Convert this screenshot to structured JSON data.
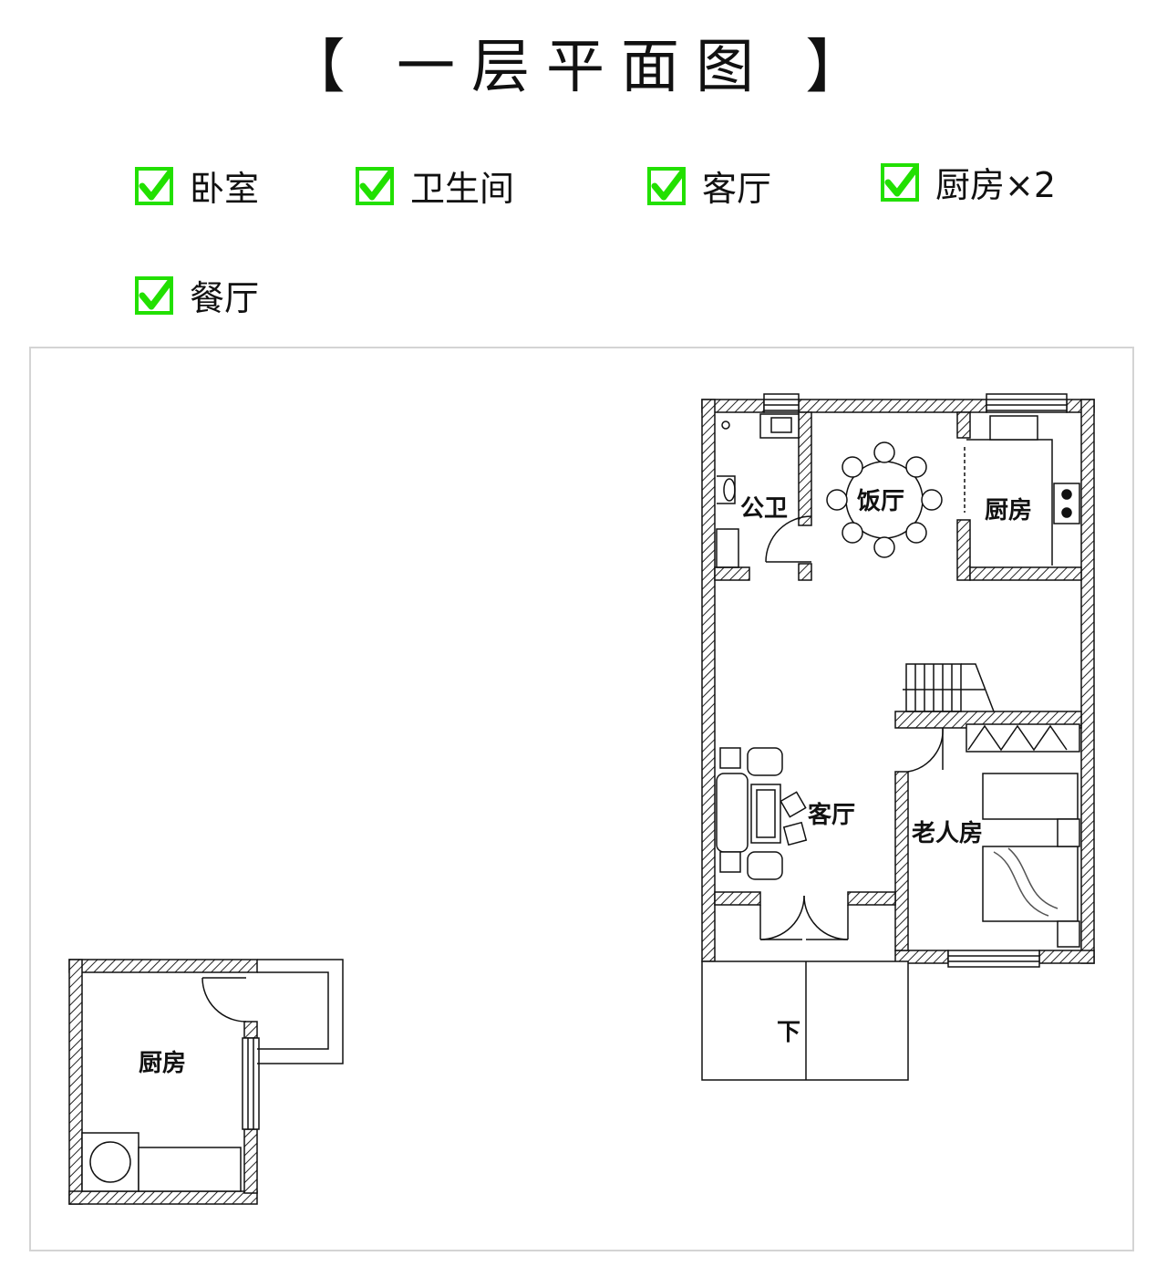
{
  "title": "【 一层平面图 】",
  "features": [
    {
      "label": "卧室",
      "icon": "checkbox-checked-icon"
    },
    {
      "label": "卫生间",
      "icon": "checkbox-checked-icon"
    },
    {
      "label": "客厅",
      "icon": "checkbox-checked-icon"
    },
    {
      "label": "厨房×2",
      "icon": "checkbox-checked-icon"
    },
    {
      "label": "餐厅",
      "icon": "checkbox-checked-icon"
    }
  ],
  "rooms": {
    "public_bath": "公卫",
    "dining": "饭厅",
    "kitchen": "厨房",
    "living": "客厅",
    "elder_room": "老人房",
    "down": "下",
    "annex_kitchen": "厨房"
  },
  "colors": {
    "check_green": "#22e000",
    "wall_hatch": "#222222",
    "frame_border": "#d4d4d4"
  }
}
